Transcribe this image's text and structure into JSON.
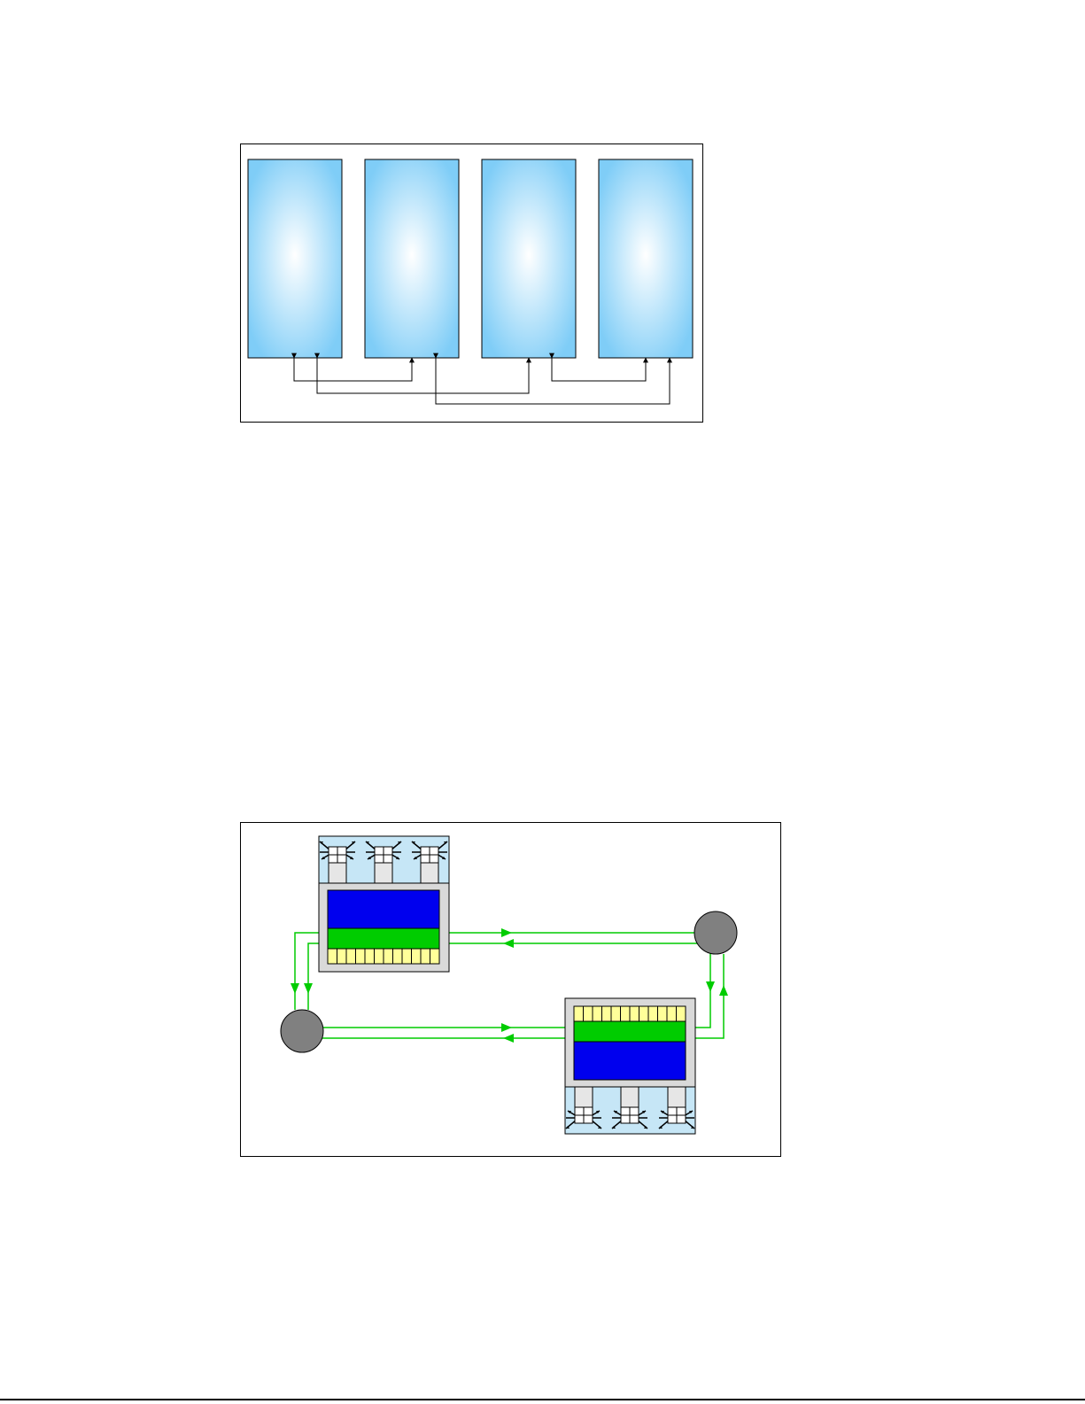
{
  "figure_top": {
    "modules": [
      "module-1",
      "module-2",
      "module-3",
      "module-4"
    ],
    "fill_colors": {
      "edge": "#7fcdf7",
      "center": "#ffffff",
      "stroke": "#000000"
    }
  },
  "figure_bottom": {
    "colors": {
      "link": "#00cc00",
      "upper_band": "#0000ee",
      "middle_band": "#00cc00",
      "slot_strip": "#ffff99",
      "chassis": "#d9d9d9",
      "fan_tray": "#c6e6f6",
      "node": "#808080"
    },
    "icons": [
      "fan-icon",
      "fan-icon",
      "fan-icon"
    ]
  },
  "page": {
    "rule_color": "#000000"
  }
}
